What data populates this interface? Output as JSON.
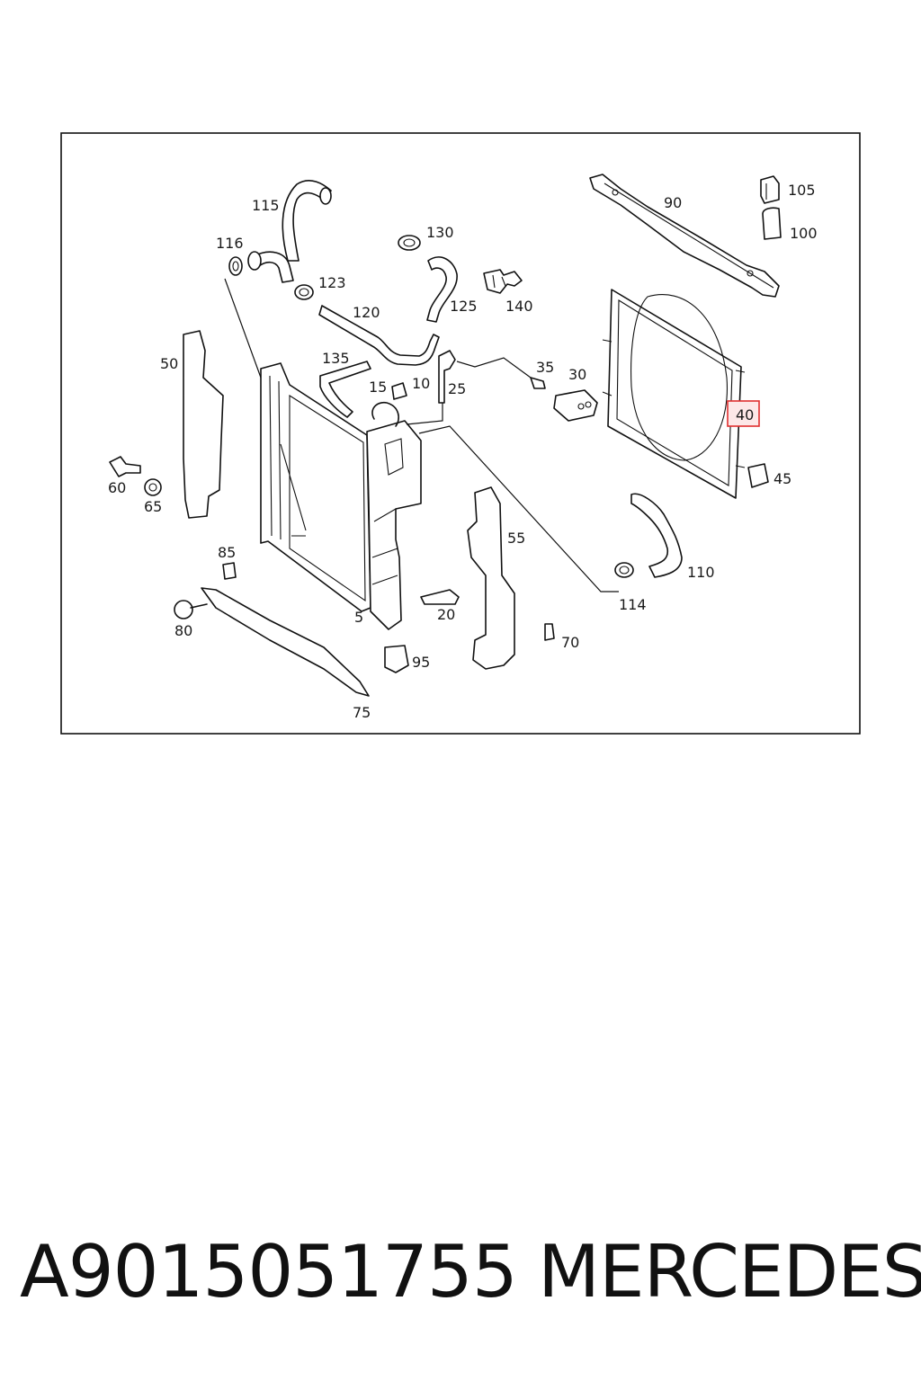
{
  "diagram": {
    "callouts": [
      {
        "id": "c115",
        "text": "115"
      },
      {
        "id": "c116",
        "text": "116"
      },
      {
        "id": "c123",
        "text": "123"
      },
      {
        "id": "c120",
        "text": "120"
      },
      {
        "id": "c130",
        "text": "130"
      },
      {
        "id": "c125",
        "text": "125"
      },
      {
        "id": "c140",
        "text": "140"
      },
      {
        "id": "c90",
        "text": "90"
      },
      {
        "id": "c105",
        "text": "105"
      },
      {
        "id": "c100",
        "text": "100"
      },
      {
        "id": "c50",
        "text": "50"
      },
      {
        "id": "c135",
        "text": "135"
      },
      {
        "id": "c15",
        "text": "15"
      },
      {
        "id": "c10",
        "text": "10"
      },
      {
        "id": "c25",
        "text": "25"
      },
      {
        "id": "c35",
        "text": "35"
      },
      {
        "id": "c30",
        "text": "30"
      },
      {
        "id": "c40",
        "text": "40"
      },
      {
        "id": "c45",
        "text": "45"
      },
      {
        "id": "c60",
        "text": "60"
      },
      {
        "id": "c65",
        "text": "65"
      },
      {
        "id": "c55",
        "text": "55"
      },
      {
        "id": "c110",
        "text": "110"
      },
      {
        "id": "c114",
        "text": "114"
      },
      {
        "id": "c85",
        "text": "85"
      },
      {
        "id": "c5",
        "text": "5"
      },
      {
        "id": "c20",
        "text": "20"
      },
      {
        "id": "c80",
        "text": "80"
      },
      {
        "id": "c70",
        "text": "70"
      },
      {
        "id": "c95",
        "text": "95"
      },
      {
        "id": "c75",
        "text": "75"
      }
    ],
    "highlighted_callout": "40",
    "highlight_color": "#e03030"
  },
  "caption": {
    "part_number": "A9015051755",
    "brand": "MERCEDES"
  }
}
